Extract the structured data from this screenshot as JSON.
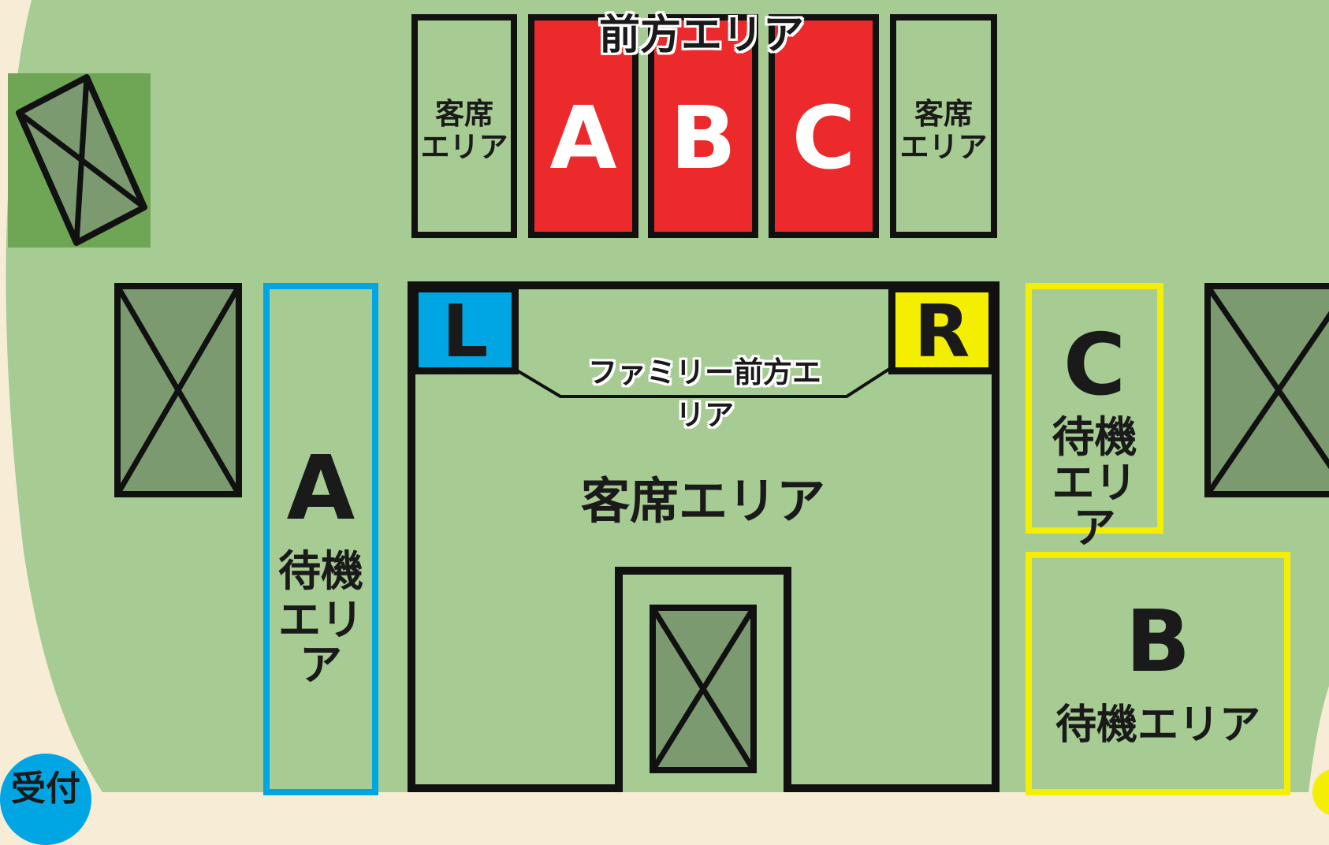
{
  "colors": {
    "grass": "#a6cb93",
    "sand": "#f7ecd6",
    "red_block": "#ec2a2c",
    "blue": "#00a6e4",
    "yellow": "#f4ee00",
    "crossed_box": "#7b9a70",
    "dark_green": "#6ea656"
  },
  "front_area": {
    "title": "前方エリア",
    "blocks": [
      {
        "letter": "A"
      },
      {
        "letter": "B"
      },
      {
        "letter": "C"
      }
    ]
  },
  "side_seat_left": {
    "line1": "客席",
    "line2": "エリア"
  },
  "side_seat_right": {
    "line1": "客席",
    "line2": "エリア"
  },
  "main_seat": {
    "label": "客席エリア",
    "left_corner": "L",
    "right_corner": "R",
    "family_label": "ファミリー前方エリア"
  },
  "wait_a": {
    "letter": "A",
    "line1": "待機",
    "line2": "エリア"
  },
  "wait_c": {
    "letter": "C",
    "line1": "待機",
    "line2": "エリア"
  },
  "wait_b": {
    "letter": "B",
    "label": "待機エリア"
  },
  "reception": {
    "label": "受付"
  }
}
